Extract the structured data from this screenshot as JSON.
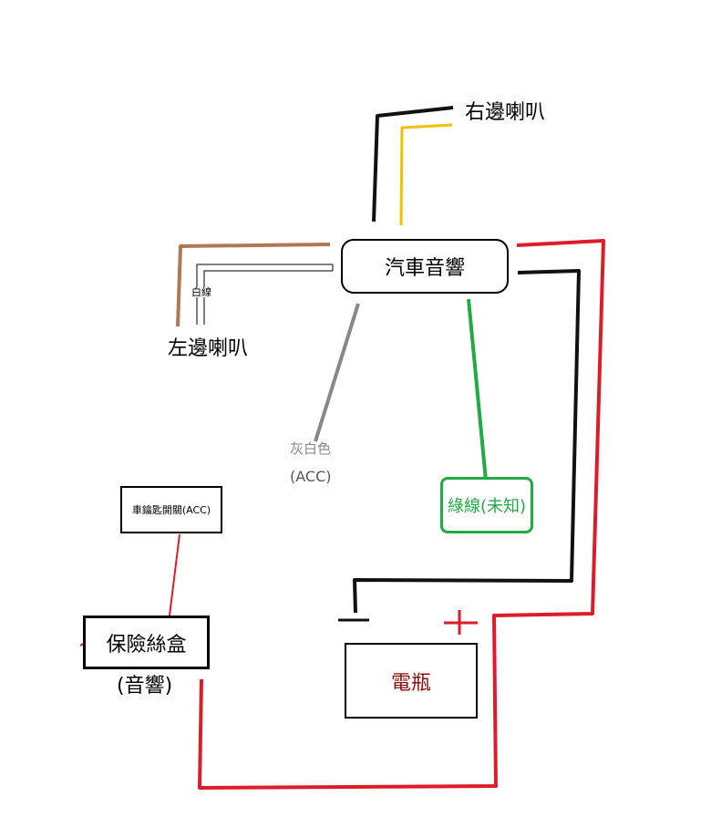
{
  "labels": {
    "stereo": "汽車音響",
    "right_speaker": "右邊喇叭",
    "left_speaker": "左邊喇叭",
    "white_wire": "白線",
    "gray_white": "灰白色",
    "acc": "(ACC)",
    "green_wire": "綠線(未知)",
    "key_switch": "車鑰匙開關(ACC)",
    "fuse_box": "保險絲盒",
    "fuse_box_sub": "(音響)",
    "battery": "電瓶",
    "minus": "—",
    "plus": "+"
  },
  "colors": {
    "black": "#111111",
    "red": "#dd1c2a",
    "yellow": "#f2c200",
    "brown": "#b07850",
    "gray": "#888888",
    "green": "#22aa44",
    "battery_text": "#8a1010"
  }
}
